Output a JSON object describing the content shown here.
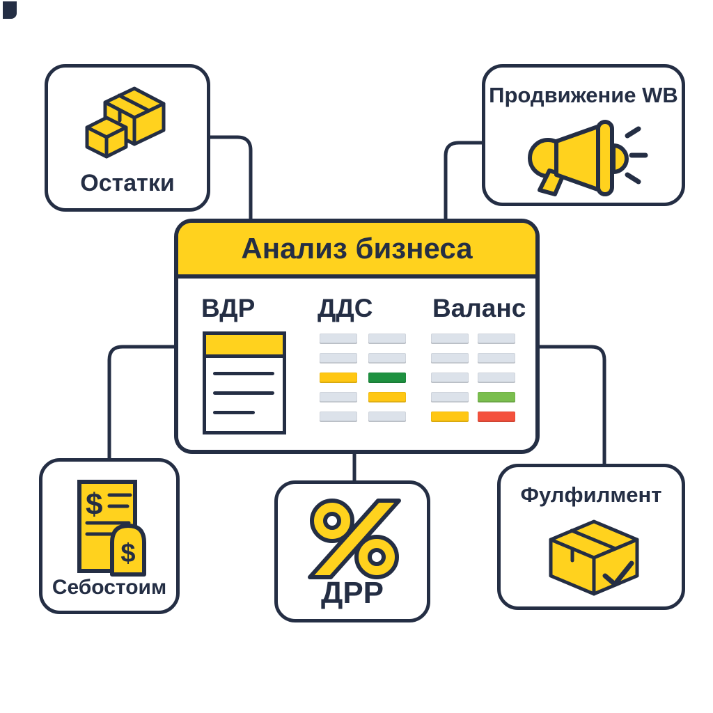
{
  "palette": {
    "outline": "#242E44",
    "yellow": "#FFD21E",
    "bar_gray": "#DCE2EA",
    "bar_yellow": "#FFC713",
    "bar_green_dark": "#1E9140",
    "bar_green_light": "#7ABE4E",
    "bar_red": "#F4513D"
  },
  "center_card": {
    "title": "Анализ бизнеса",
    "columns": [
      {
        "label": "ВДР",
        "icon": "document-icon"
      },
      {
        "label": "ДДС",
        "icon": "bar-rows"
      },
      {
        "label": "Валанс",
        "icon": "bar-rows"
      }
    ],
    "bars": {
      "dds_grid": [
        [
          "gray",
          "gray"
        ],
        [
          "gray",
          "gray"
        ],
        [
          "yellow",
          "green_dark"
        ],
        [
          "gray",
          "yellow"
        ],
        [
          "gray",
          "gray"
        ]
      ],
      "balance_grid": [
        [
          "gray",
          "gray"
        ],
        [
          "gray",
          "gray"
        ],
        [
          "gray",
          "gray"
        ],
        [
          "gray",
          "green_light"
        ],
        [
          "yellow",
          "red"
        ]
      ]
    }
  },
  "nodes": [
    {
      "id": "ostatki",
      "label": "Остатки",
      "icon": "boxes-icon"
    },
    {
      "id": "promo",
      "label": "Продвижение WB",
      "icon": "megaphone-icon"
    },
    {
      "id": "sebestoim",
      "label": "Себостоим",
      "icon": "invoice-icon"
    },
    {
      "id": "drr",
      "label": "ДРР",
      "icon": "percent-icon"
    },
    {
      "id": "fulfillment",
      "label": "Фулфилмент",
      "icon": "box-check-icon"
    }
  ],
  "edges": [
    {
      "from": "ostatki",
      "to": "center"
    },
    {
      "from": "promo",
      "to": "center"
    },
    {
      "from": "center",
      "to": "sebestoim"
    },
    {
      "from": "center",
      "to": "drr"
    },
    {
      "from": "center",
      "to": "fulfillment"
    }
  ]
}
